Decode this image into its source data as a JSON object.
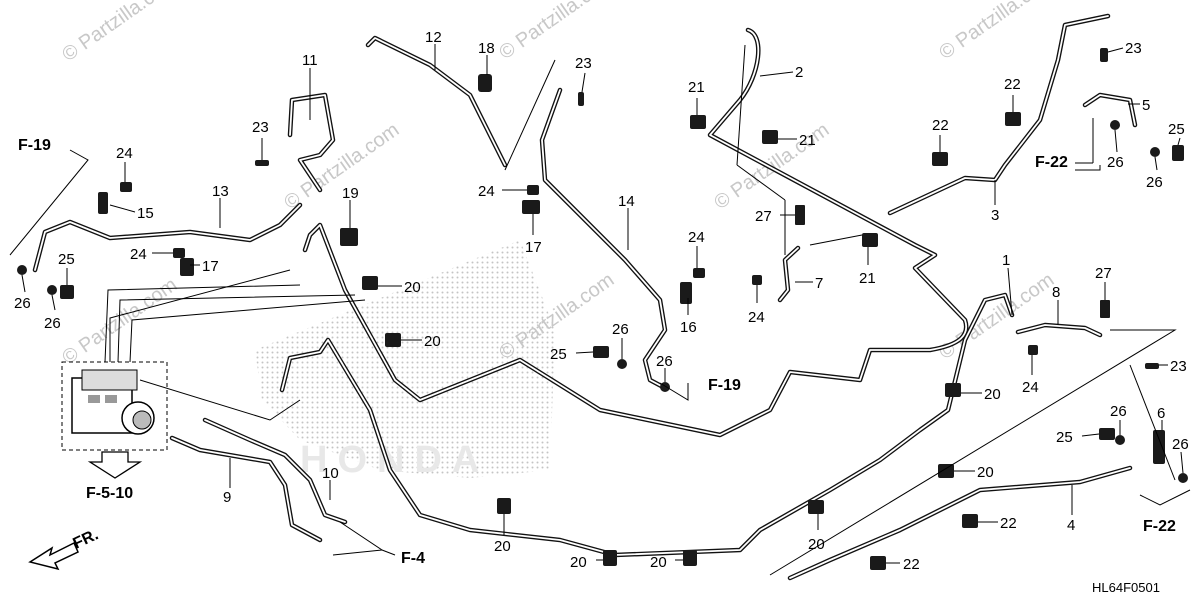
{
  "watermarks": [
    "© Partzilla.com",
    "© Partzilla.com",
    "© Partzilla.com",
    "© Partzilla.com",
    "© Partzilla.com",
    "© Partzilla.com",
    "© Partzilla.com",
    "© Partzilla.com"
  ],
  "diagram_code": "HL64F0501",
  "direction_label": "FR.",
  "callouts": [
    {
      "id": "c1",
      "text": "1"
    },
    {
      "id": "c2",
      "text": "2"
    },
    {
      "id": "c3",
      "text": "3"
    },
    {
      "id": "c4",
      "text": "4"
    },
    {
      "id": "c5",
      "text": "5"
    },
    {
      "id": "c6",
      "text": "6"
    },
    {
      "id": "c7",
      "text": "7"
    },
    {
      "id": "c8",
      "text": "8"
    },
    {
      "id": "c9",
      "text": "9"
    },
    {
      "id": "c10",
      "text": "10"
    },
    {
      "id": "c11",
      "text": "11"
    },
    {
      "id": "c12",
      "text": "12"
    },
    {
      "id": "c13",
      "text": "13"
    },
    {
      "id": "c14",
      "text": "14"
    },
    {
      "id": "c15",
      "text": "15"
    },
    {
      "id": "c16",
      "text": "16"
    },
    {
      "id": "c17a",
      "text": "17"
    },
    {
      "id": "c17b",
      "text": "17"
    },
    {
      "id": "c18",
      "text": "18"
    },
    {
      "id": "c19",
      "text": "19"
    },
    {
      "id": "c20a",
      "text": "20"
    },
    {
      "id": "c20b",
      "text": "20"
    },
    {
      "id": "c20c",
      "text": "20"
    },
    {
      "id": "c20d",
      "text": "20"
    },
    {
      "id": "c20e",
      "text": "20"
    },
    {
      "id": "c20f",
      "text": "20"
    },
    {
      "id": "c20g",
      "text": "20"
    },
    {
      "id": "c20h",
      "text": "20"
    },
    {
      "id": "c21a",
      "text": "21"
    },
    {
      "id": "c21b",
      "text": "21"
    },
    {
      "id": "c21c",
      "text": "21"
    },
    {
      "id": "c22a",
      "text": "22"
    },
    {
      "id": "c22b",
      "text": "22"
    },
    {
      "id": "c22c",
      "text": "22"
    },
    {
      "id": "c22d",
      "text": "22"
    },
    {
      "id": "c23a",
      "text": "23"
    },
    {
      "id": "c23b",
      "text": "23"
    },
    {
      "id": "c23c",
      "text": "23"
    },
    {
      "id": "c23d",
      "text": "23"
    },
    {
      "id": "c24a",
      "text": "24"
    },
    {
      "id": "c24b",
      "text": "24"
    },
    {
      "id": "c24c",
      "text": "24"
    },
    {
      "id": "c24d",
      "text": "24"
    },
    {
      "id": "c24e",
      "text": "24"
    },
    {
      "id": "c24f",
      "text": "24"
    },
    {
      "id": "c25a",
      "text": "25"
    },
    {
      "id": "c25b",
      "text": "25"
    },
    {
      "id": "c25c",
      "text": "25"
    },
    {
      "id": "c25d",
      "text": "25"
    },
    {
      "id": "c26a",
      "text": "26"
    },
    {
      "id": "c26b",
      "text": "26"
    },
    {
      "id": "c26c",
      "text": "26"
    },
    {
      "id": "c26d",
      "text": "26"
    },
    {
      "id": "c26e",
      "text": "26"
    },
    {
      "id": "c26f",
      "text": "26"
    },
    {
      "id": "c26g",
      "text": "26"
    },
    {
      "id": "c26h",
      "text": "26"
    },
    {
      "id": "c27a",
      "text": "27"
    },
    {
      "id": "c27b",
      "text": "27"
    }
  ],
  "references": [
    {
      "id": "r1",
      "text": "F-19"
    },
    {
      "id": "r2",
      "text": "F-19"
    },
    {
      "id": "r3",
      "text": "F-22"
    },
    {
      "id": "r4",
      "text": "F-22"
    },
    {
      "id": "r5",
      "text": "F-5-10"
    },
    {
      "id": "r6",
      "text": "F-4"
    }
  ]
}
